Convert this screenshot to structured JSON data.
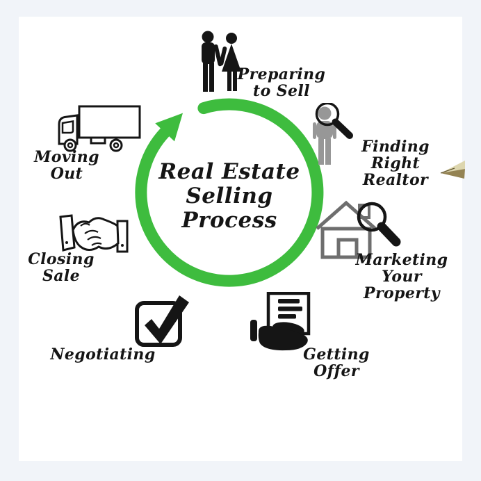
{
  "title": "Real Estate Selling Process diagram",
  "center": {
    "title": "Real Estate\nSelling\nProcess"
  },
  "steps": [
    {
      "id": "preparing-to-sell",
      "label": "Preparing\nto Sell",
      "icon": "couple-icon"
    },
    {
      "id": "finding-right-realtor",
      "label": "Finding\nRight Realtor",
      "icon": "person-magnifier-icon"
    },
    {
      "id": "marketing-your-property",
      "label": "Marketing Your\nProperty",
      "icon": "house-magnifier-icon"
    },
    {
      "id": "getting-offer",
      "label": "Getting Offer",
      "icon": "offer-document-hand-icon"
    },
    {
      "id": "negotiating",
      "label": "Negotiating",
      "icon": "checkbox-checkmark-icon"
    },
    {
      "id": "closing-sale",
      "label": "Closing Sale",
      "icon": "handshake-icon"
    },
    {
      "id": "moving-out",
      "label": "Moving Out",
      "icon": "moving-truck-icon"
    }
  ],
  "decorations": [
    {
      "id": "cycle-arrow",
      "icon": "cycle-arrow-icon",
      "direction": "clockwise"
    },
    {
      "id": "pen-nib",
      "icon": "pen-nib-icon"
    }
  ],
  "colors": {
    "background": "#f1f4f9",
    "canvas": "#ffffff",
    "arrow_green": "#3ebc3e",
    "ink_black": "#151515",
    "figure_gray": "#979797",
    "house_gray": "#6e6e6e",
    "pen_gold": "#948353"
  }
}
